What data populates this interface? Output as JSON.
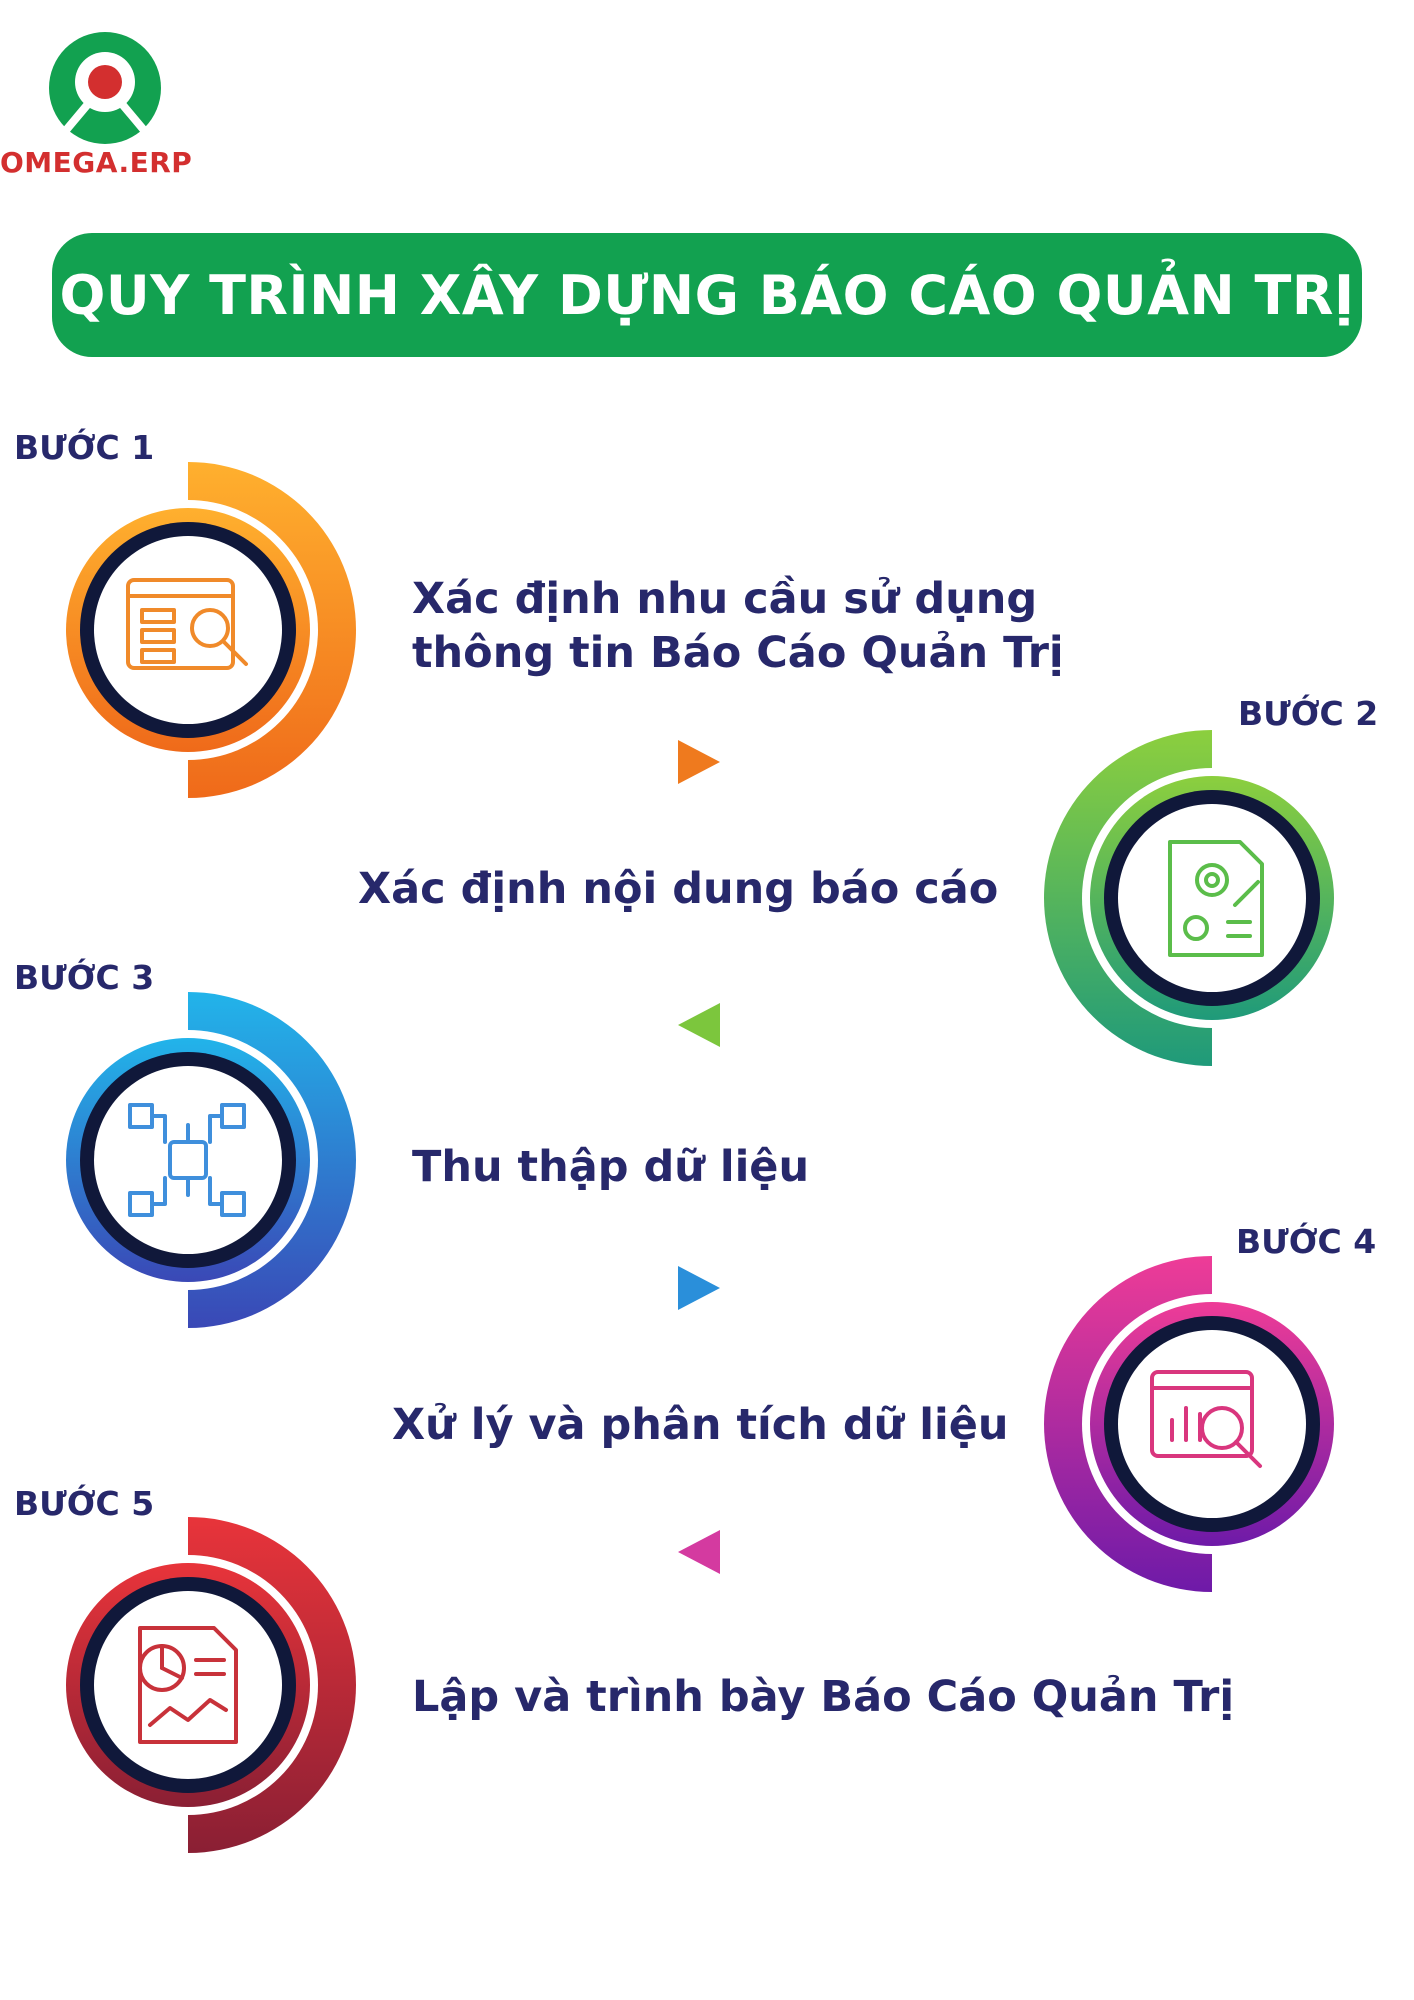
{
  "brand": {
    "name": "OMEGA.ERP",
    "logo_icon": "omega-erp-pin-logo"
  },
  "title": "QUY TRÌNH XÂY DỰNG BÁO CÁO QUẢN TRỊ",
  "colors": {
    "brand_green": "#12a150",
    "brand_red": "#d32f2f",
    "text_navy": "#27286b",
    "ring_dark": "#10183a"
  },
  "steps": [
    {
      "label": "BƯỚC 1",
      "desc_line1": "Xác định nhu cầu sử dụng",
      "desc_line2": "thông tin Báo Cáo Quản Trị",
      "icon": "web-search-icon",
      "color_light": "#ffb02e",
      "color_dark": "#ef6a1a"
    },
    {
      "label": "BƯỚC 2",
      "desc_line1": "Xác định nội dung báo cáo",
      "icon": "document-settings-icon",
      "color_light": "#8ccf3e",
      "color_dark": "#1f9a7a"
    },
    {
      "label": "BƯỚC 3",
      "desc_line1": "Thu thập dữ liệu",
      "icon": "circuit-chip-icon",
      "color_light": "#22b4ea",
      "color_dark": "#3a48b6"
    },
    {
      "label": "BƯỚC 4",
      "desc_line1": "Xử lý và phân tích dữ liệu",
      "icon": "chart-analysis-icon",
      "color_light": "#ee3c97",
      "color_dark": "#6e1aa8"
    },
    {
      "label": "BƯỚC 5",
      "desc_line1": "Lập và trình bày Báo Cáo Quản Trị",
      "icon": "report-pie-chart-icon",
      "color_light": "#e8343a",
      "color_dark": "#8a1f34"
    }
  ]
}
